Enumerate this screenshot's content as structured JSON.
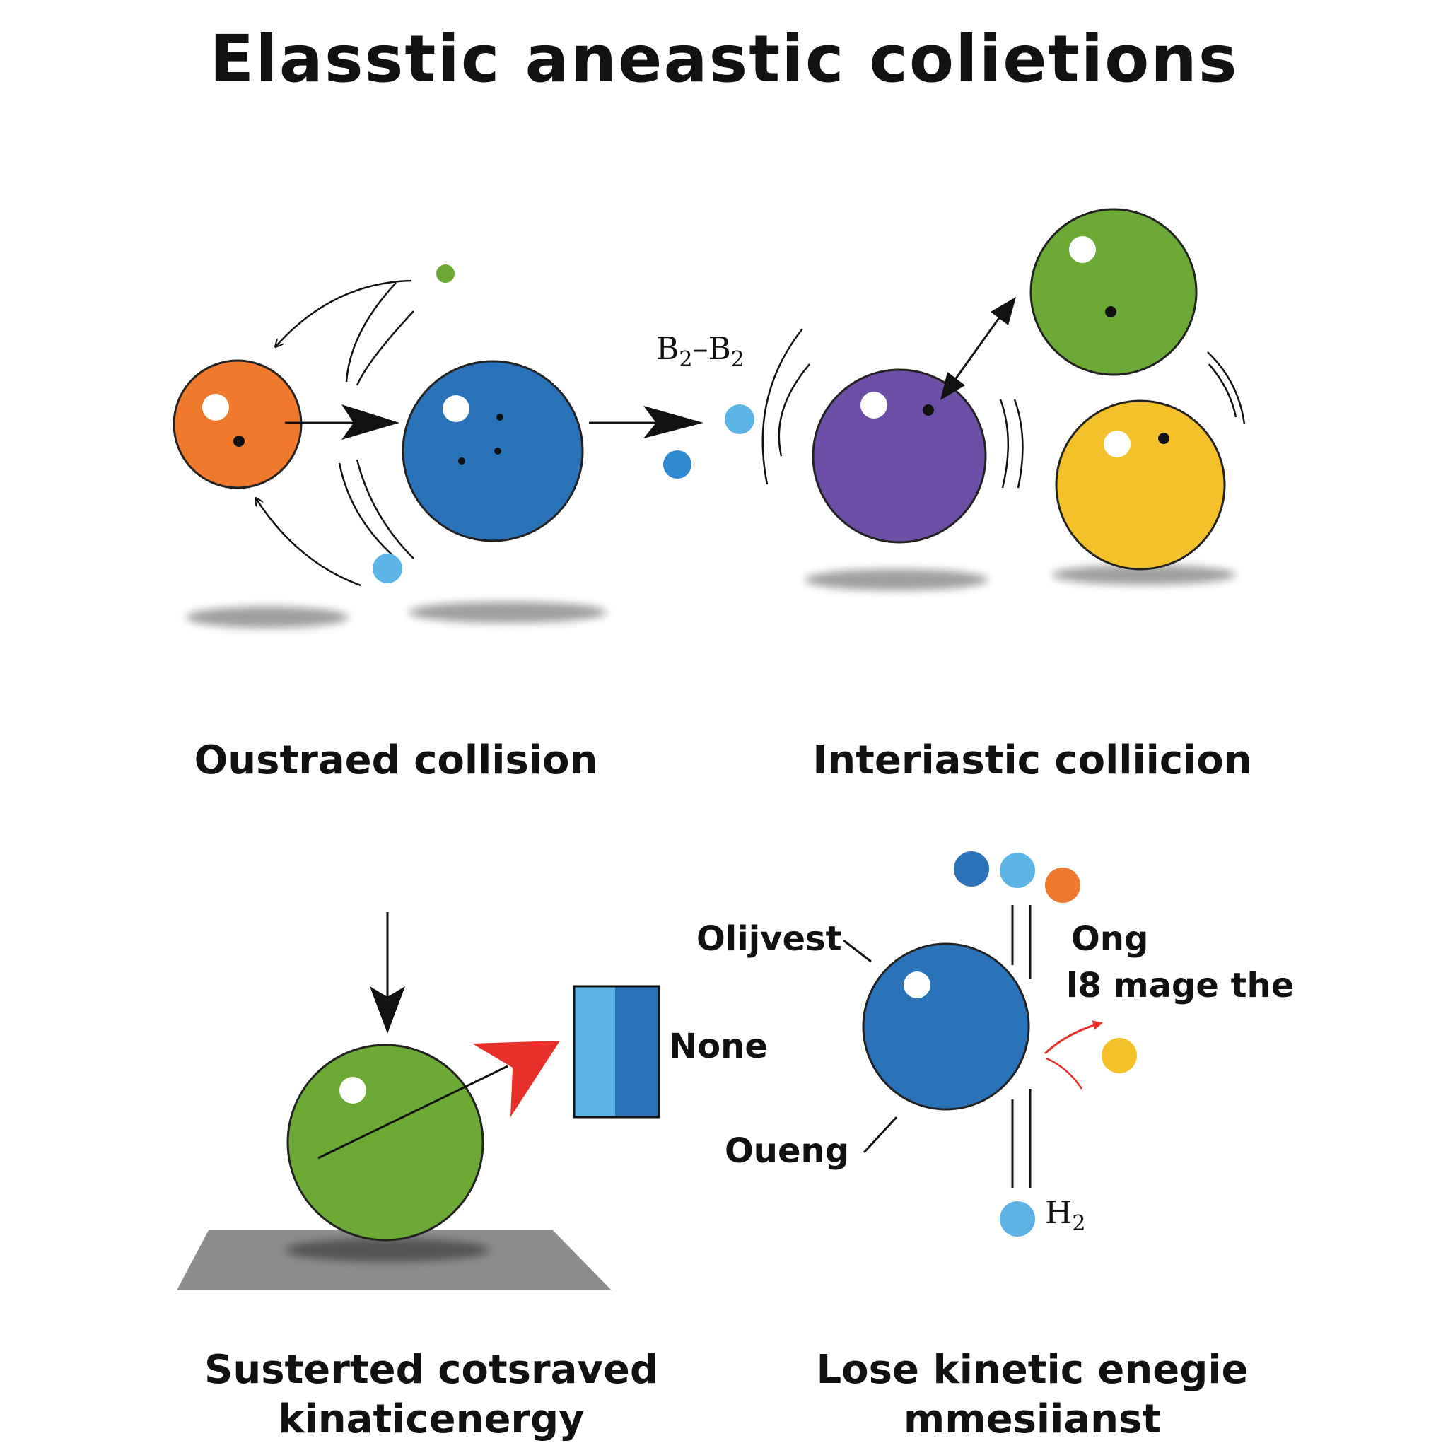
{
  "title": "Elasstic aneastic colietions",
  "panels": {
    "top_left": {
      "caption": "Oustraed collision"
    },
    "top_right": {
      "caption": "Interiastic colliicion",
      "formula": {
        "left": "B",
        "right": "B",
        "sub": "2",
        "operator": "–"
      }
    },
    "bottom_left": {
      "caption_line1": "Susterted  cotsraved",
      "caption_line2": "kinaticenergy",
      "box_label": "None"
    },
    "bottom_right": {
      "caption_line1": "Lose  kinetic  enegie",
      "caption_line2": "mmesiianst",
      "label_left_top": "Olijvest",
      "label_left_bottom": "Oueng",
      "label_right_line1": "Ong",
      "label_right_line2": "l8 mage the",
      "formula": {
        "base": "H",
        "sub": "2"
      }
    }
  },
  "colors": {
    "orange": "#ef7a2e",
    "blue": "#2a73b8",
    "light_blue": "#5cb4e4",
    "purple": "#6e4fa8",
    "green": "#6aaa35",
    "yellow": "#f5c12a",
    "red_arrow": "#e8302a",
    "shadow": "#9e9e9e",
    "ground": "#8d8d8d"
  }
}
